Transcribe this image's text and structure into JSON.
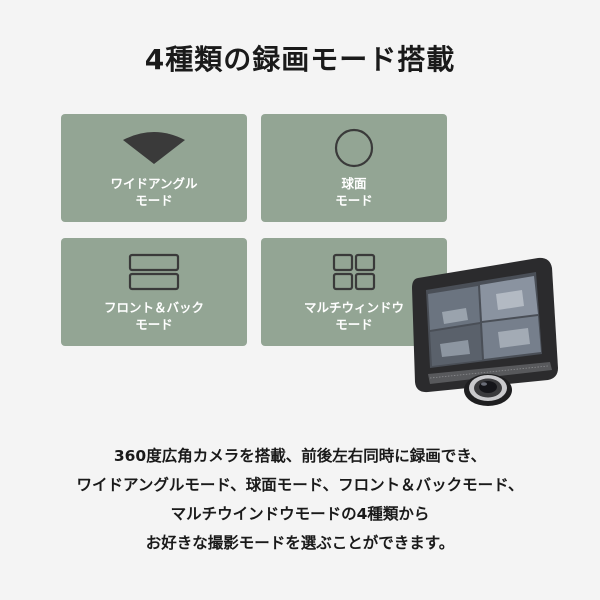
{
  "title": "4種類の録画モード搭載",
  "modes": [
    {
      "line1": "ワイドアングル",
      "line2": "モード",
      "icon": "wide-angle-icon"
    },
    {
      "line1": "球面",
      "line2": "モード",
      "icon": "sphere-icon"
    },
    {
      "line1": "フロント＆バック",
      "line2": "モード",
      "icon": "split-screen-icon"
    },
    {
      "line1": "マルチウィンドウ",
      "line2": "モード",
      "icon": "quad-window-icon"
    }
  ],
  "description": [
    "360度広角カメラを搭載、前後左右同時に録画でき、",
    "ワイドアングルモード、球面モード、フロント＆バックモード、",
    "マルチウインドウモードの4種類から",
    "お好きな撮影モードを選ぶことができます。"
  ],
  "colors": {
    "background": "#f4f4f4",
    "card": "#93a594",
    "card_text": "#ffffff",
    "icon_stroke": "#3a3a3a",
    "text": "#1a1a1a"
  }
}
